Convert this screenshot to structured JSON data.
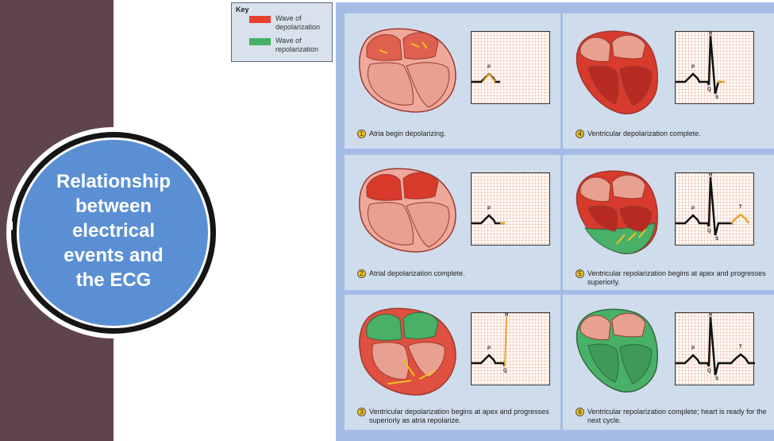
{
  "title": "Relationship between electrical events and the ECG",
  "title_lines": [
    "Relationship",
    "between",
    "electrical",
    "events and",
    "the ECG"
  ],
  "key": {
    "heading": "Key",
    "depol": "Wave of depolarization",
    "repol": "Wave of repolarization",
    "depol_color": "#e8402f",
    "repol_color": "#49b068"
  },
  "labels": {
    "P": "P",
    "Q": "Q",
    "R": "R",
    "S": "S",
    "T": "T"
  },
  "panels": [
    {
      "num": "1",
      "caption": "Atria begin depolarizing."
    },
    {
      "num": "2",
      "caption": "Atrial depolarization complete."
    },
    {
      "num": "3",
      "caption": "Ventricular depolarization begins at apex and progresses superiorly as atria repolarize."
    },
    {
      "num": "4",
      "caption": "Ventricular depolarization complete."
    },
    {
      "num": "5",
      "caption": "Ventricular repolarization begins at apex and progresses superiorly."
    },
    {
      "num": "6",
      "caption": "Ventricular repolarization complete; heart is ready for the next cycle."
    }
  ]
}
